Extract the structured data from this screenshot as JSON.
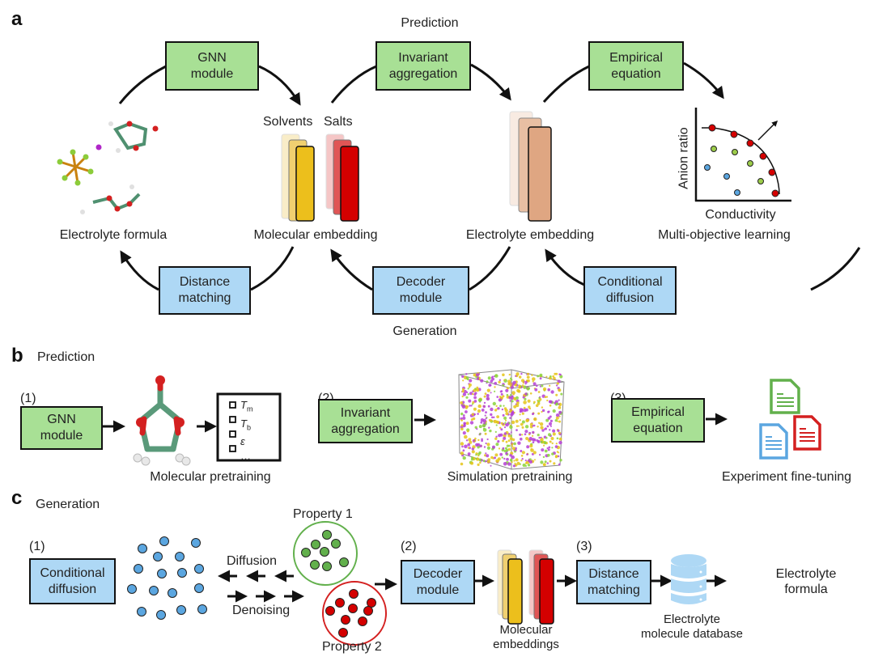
{
  "panel_a": {
    "letter": "a",
    "top_label": "Prediction",
    "bottom_label": "Generation",
    "prediction_boxes": [
      "GNN\nmodule",
      "Invariant\naggregation",
      "Empirical\nequation"
    ],
    "generation_boxes": [
      "Distance\nmatching",
      "Decoder\nmodule",
      "Conditional\ndiffusion"
    ],
    "nodes": {
      "electrolyte_formula": "Electrolyte formula",
      "solvents": "Solvents",
      "salts": "Salts",
      "molecular_embedding": "Molecular embedding",
      "electrolyte_embedding": "Electrolyte embedding",
      "x_axis": "Conductivity",
      "y_axis": "Anion ratio",
      "multi_objective": "Multi-objective learning"
    },
    "colors": {
      "prediction_box": "#a8e095",
      "generation_box": "#aed8f5",
      "solvent": "#ecbf1c",
      "salt": "#d40000",
      "electrolyte": "#dfa682",
      "pareto_point": "#d40000",
      "mid_point": "#9ccc4a",
      "low_point": "#5ba6e0"
    }
  },
  "panel_b": {
    "letter": "b",
    "title": "Prediction",
    "steps": [
      {
        "num": "(1)",
        "box": "GNN\nmodule",
        "caption": "Molecular pretraining"
      },
      {
        "num": "(2)",
        "box": "Invariant\naggregation",
        "caption": "Simulation pretraining"
      },
      {
        "num": "(3)",
        "box": "Empirical\nequation",
        "caption": "Experiment fine-tuning"
      }
    ],
    "properties": [
      "T_m",
      "T_b",
      "ε",
      "..."
    ]
  },
  "panel_c": {
    "letter": "c",
    "title": "Generation",
    "step1": {
      "num": "(1)",
      "box": "Conditional\ndiffusion"
    },
    "diffusion": "Diffusion",
    "denoising": "Denoising",
    "property1": "Property 1",
    "property2": "Property 2",
    "step2": {
      "num": "(2)",
      "box": "Decoder\nmodule"
    },
    "embeddings": "Molecular\nembeddings",
    "step3": {
      "num": "(3)",
      "box": "Distance\nmatching"
    },
    "database": "Electrolyte\nmolecule database",
    "output": "Electrolyte\nformula"
  }
}
